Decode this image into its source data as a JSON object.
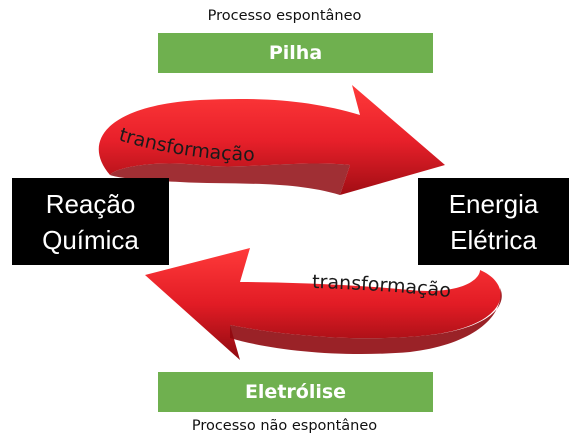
{
  "top": {
    "caption": "Processo espontâneo",
    "label": "Pilha"
  },
  "bottom": {
    "caption": "Processo não espontâneo",
    "label": "Eletrólise"
  },
  "left_node": {
    "line1": "Reação",
    "line2": "Química"
  },
  "right_node": {
    "line1": "Energia",
    "line2": "Elétrica"
  },
  "arrows": {
    "top_label": "transformação",
    "bottom_label": "transformação"
  },
  "colors": {
    "green": "#6fb04f",
    "arrow_red": "#e8202a",
    "arrow_dark": "#9c0d12",
    "box_black": "#000000"
  }
}
